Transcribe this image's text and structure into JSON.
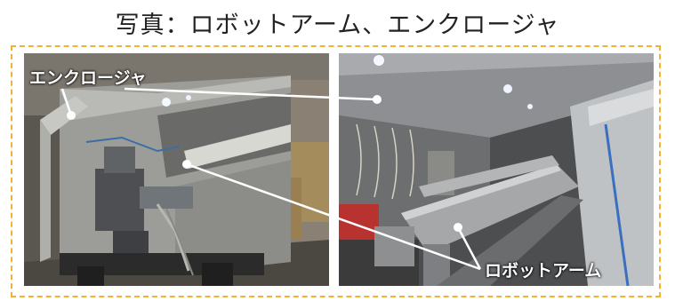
{
  "title": "写真：ロボットアーム、エンクロージャ",
  "labels": {
    "enclosure": "エンクロージャ",
    "robot_arm": "ロボットアーム"
  },
  "colors": {
    "frame_border": "#f2b233",
    "label_text": "#ffffff",
    "leader_line": "#ffffff"
  }
}
